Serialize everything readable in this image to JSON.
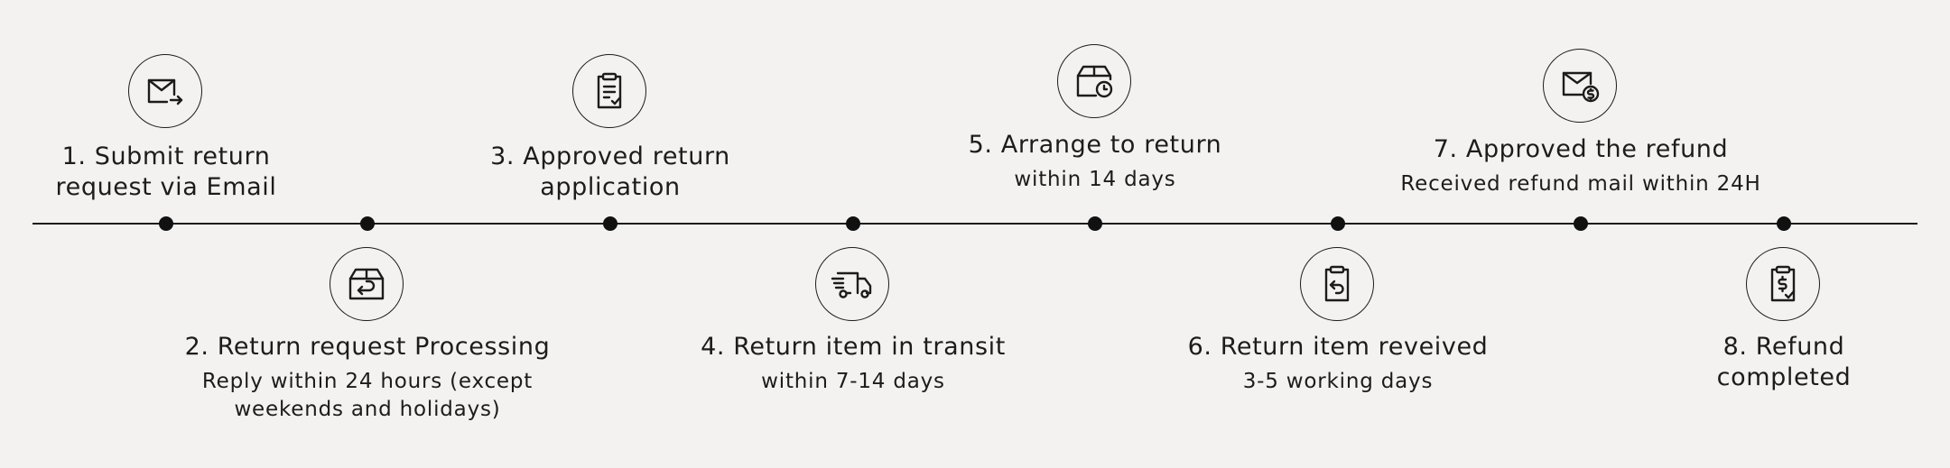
{
  "steps": [
    {
      "title": "1. Submit return\nrequest via Email",
      "subtitle": "",
      "icon": "mail-send-icon"
    },
    {
      "title": "2. Return request Processing",
      "subtitle": "Reply within 24 hours (except\nweekends and holidays)",
      "icon": "box-return-icon"
    },
    {
      "title": "3. Approved return\napplication",
      "subtitle": "",
      "icon": "clipboard-check-icon"
    },
    {
      "title": "4. Return item in transit",
      "subtitle": "within 7-14 days",
      "icon": "delivery-truck-icon"
    },
    {
      "title": "5. Arrange to return",
      "subtitle": "within 14 days",
      "icon": "box-clock-icon"
    },
    {
      "title": "6. Return item reveived",
      "subtitle": "3-5 working days",
      "icon": "clipboard-return-icon"
    },
    {
      "title": "7. Approved the refund",
      "subtitle": "Received refund mail within 24H",
      "icon": "mail-dollar-icon"
    },
    {
      "title": "8. Refund completed",
      "subtitle": "",
      "icon": "clipboard-dollar-icon"
    }
  ],
  "colors": {
    "background": "#f3f2f0",
    "ink": "#1c1c1c"
  }
}
